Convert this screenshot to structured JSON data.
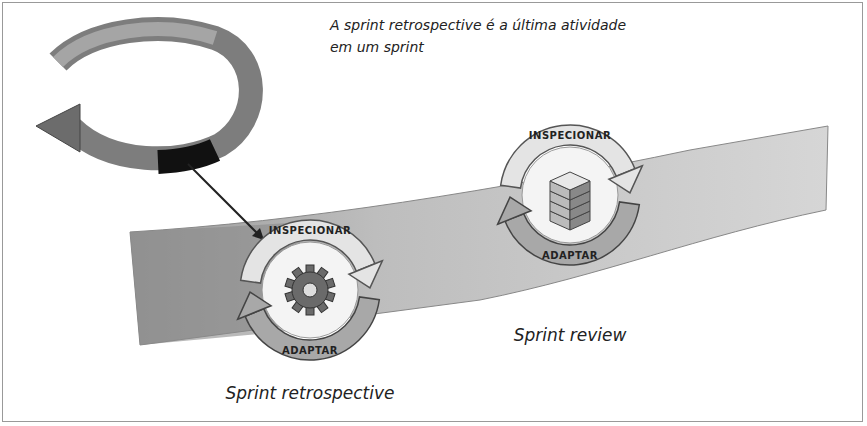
{
  "diagram": {
    "nodes": [
      {
        "text": [
          "INSPECIONAR",
          "ADAPTAR",
          "Sprint retrospective"
        ]
      },
      {
        "text": [
          "INSPECIONAR",
          "ADAPTAR",
          "Sprint review"
        ]
      }
    ],
    "labels": [
      "A sprint retrospective é a última atividade em um sprint"
    ]
  }
}
